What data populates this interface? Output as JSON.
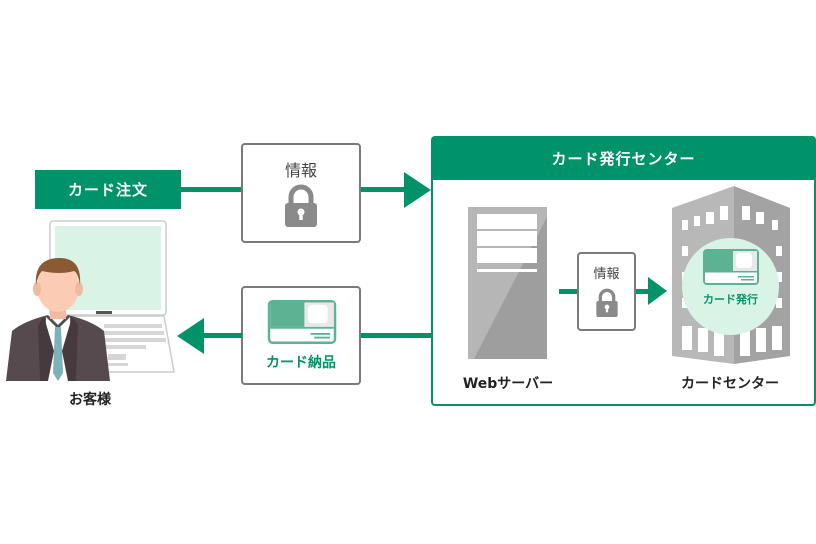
{
  "colors": {
    "brand_green": "#00936a",
    "light_green": "#d9f3e7",
    "card_green": "#5cb394",
    "gray_box_border": "#7a7a7a",
    "lock_gray": "#8a8a8a"
  },
  "order_banner": {
    "label": "カード注文"
  },
  "info_box_order": {
    "label": "情報",
    "icon": "lock-icon"
  },
  "issuing_center": {
    "title": "カード発行センター",
    "web_server": {
      "label": "Webサーバー",
      "icon": "server-icon"
    },
    "info_box_transfer": {
      "label": "情報",
      "icon": "lock-icon"
    },
    "card_center": {
      "label": "カードセンター",
      "icon": "building-icon",
      "badge_label": "カード発行"
    }
  },
  "delivery_box": {
    "label": "カード納品",
    "icon": "card-icon"
  },
  "customer": {
    "label": "お客様",
    "icon": "person-icon",
    "device": "laptop-icon"
  }
}
